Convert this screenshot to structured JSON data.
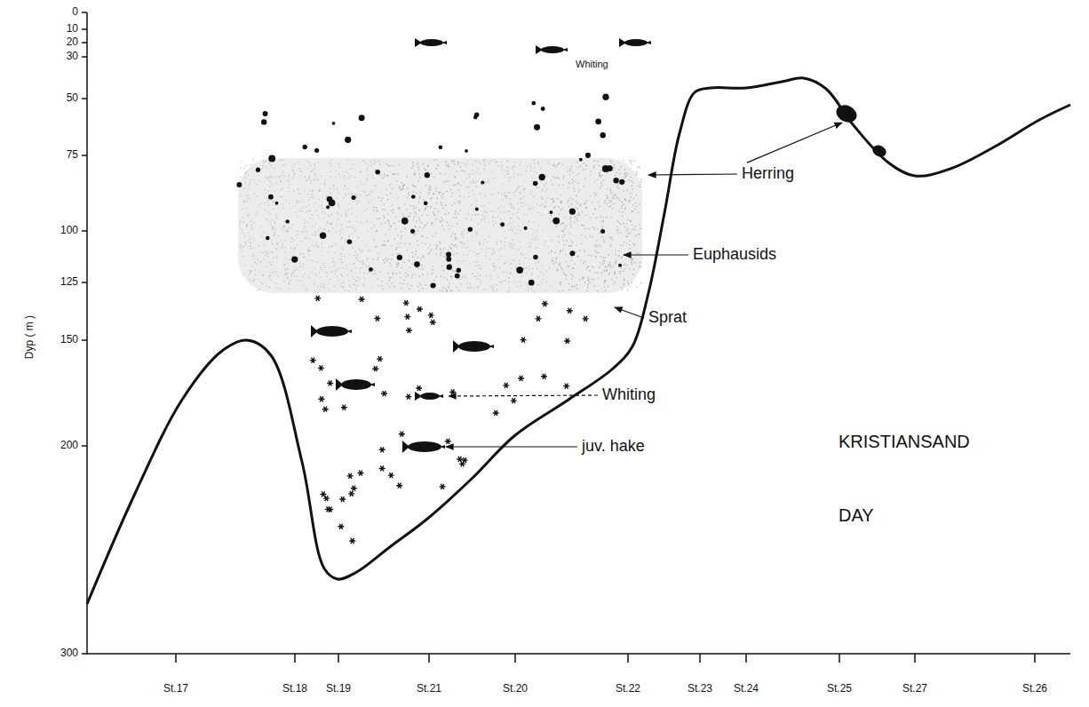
{
  "diagram": {
    "labels": [
      "0",
      "10",
      "20",
      "30",
      "50",
      "75",
      "100",
      "125",
      "150",
      "200",
      "300",
      "Dyp ( m )",
      "Whiting",
      "Herring",
      "Euphausids",
      "Sprat",
      "Whiting",
      "juv. hake",
      "KRISTIANSAND",
      "DAY",
      "St.17",
      "St.18",
      "St.19",
      "St.21",
      "St.20",
      "St.22",
      "St.23",
      "St.24",
      "St.25",
      "St.27",
      "St.26"
    ]
  }
}
